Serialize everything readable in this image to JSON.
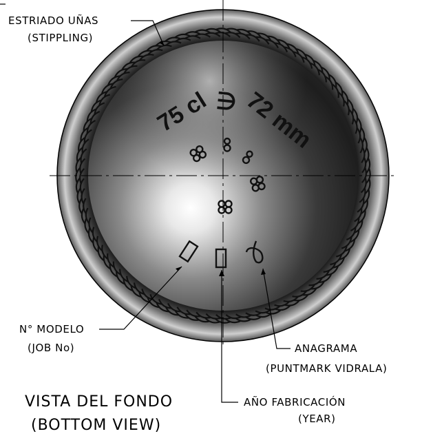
{
  "labels": {
    "stippling_line1": "ESTRIADO UÑAS",
    "stippling_line2": "(STIPPLING)",
    "model_line1": "N° MODELO",
    "model_line2": "(JOB No)",
    "anagram_line1": "ANAGRAMA",
    "anagram_line2": "(PUNTMARK VIDRALA)",
    "year_line1": "AÑO FABRICACIÓN",
    "year_line2": "(YEAR)",
    "view_line1": "VISTA DEL FONDO",
    "view_line2": "(BOTTOM VIEW)"
  },
  "engraving": {
    "capacity": "75 cl",
    "symbol": "∋",
    "diameter": "72 mm"
  },
  "colors": {
    "outline": "#000000",
    "dark_rim": "#1a1a1a",
    "highlight": "#ffffff"
  }
}
